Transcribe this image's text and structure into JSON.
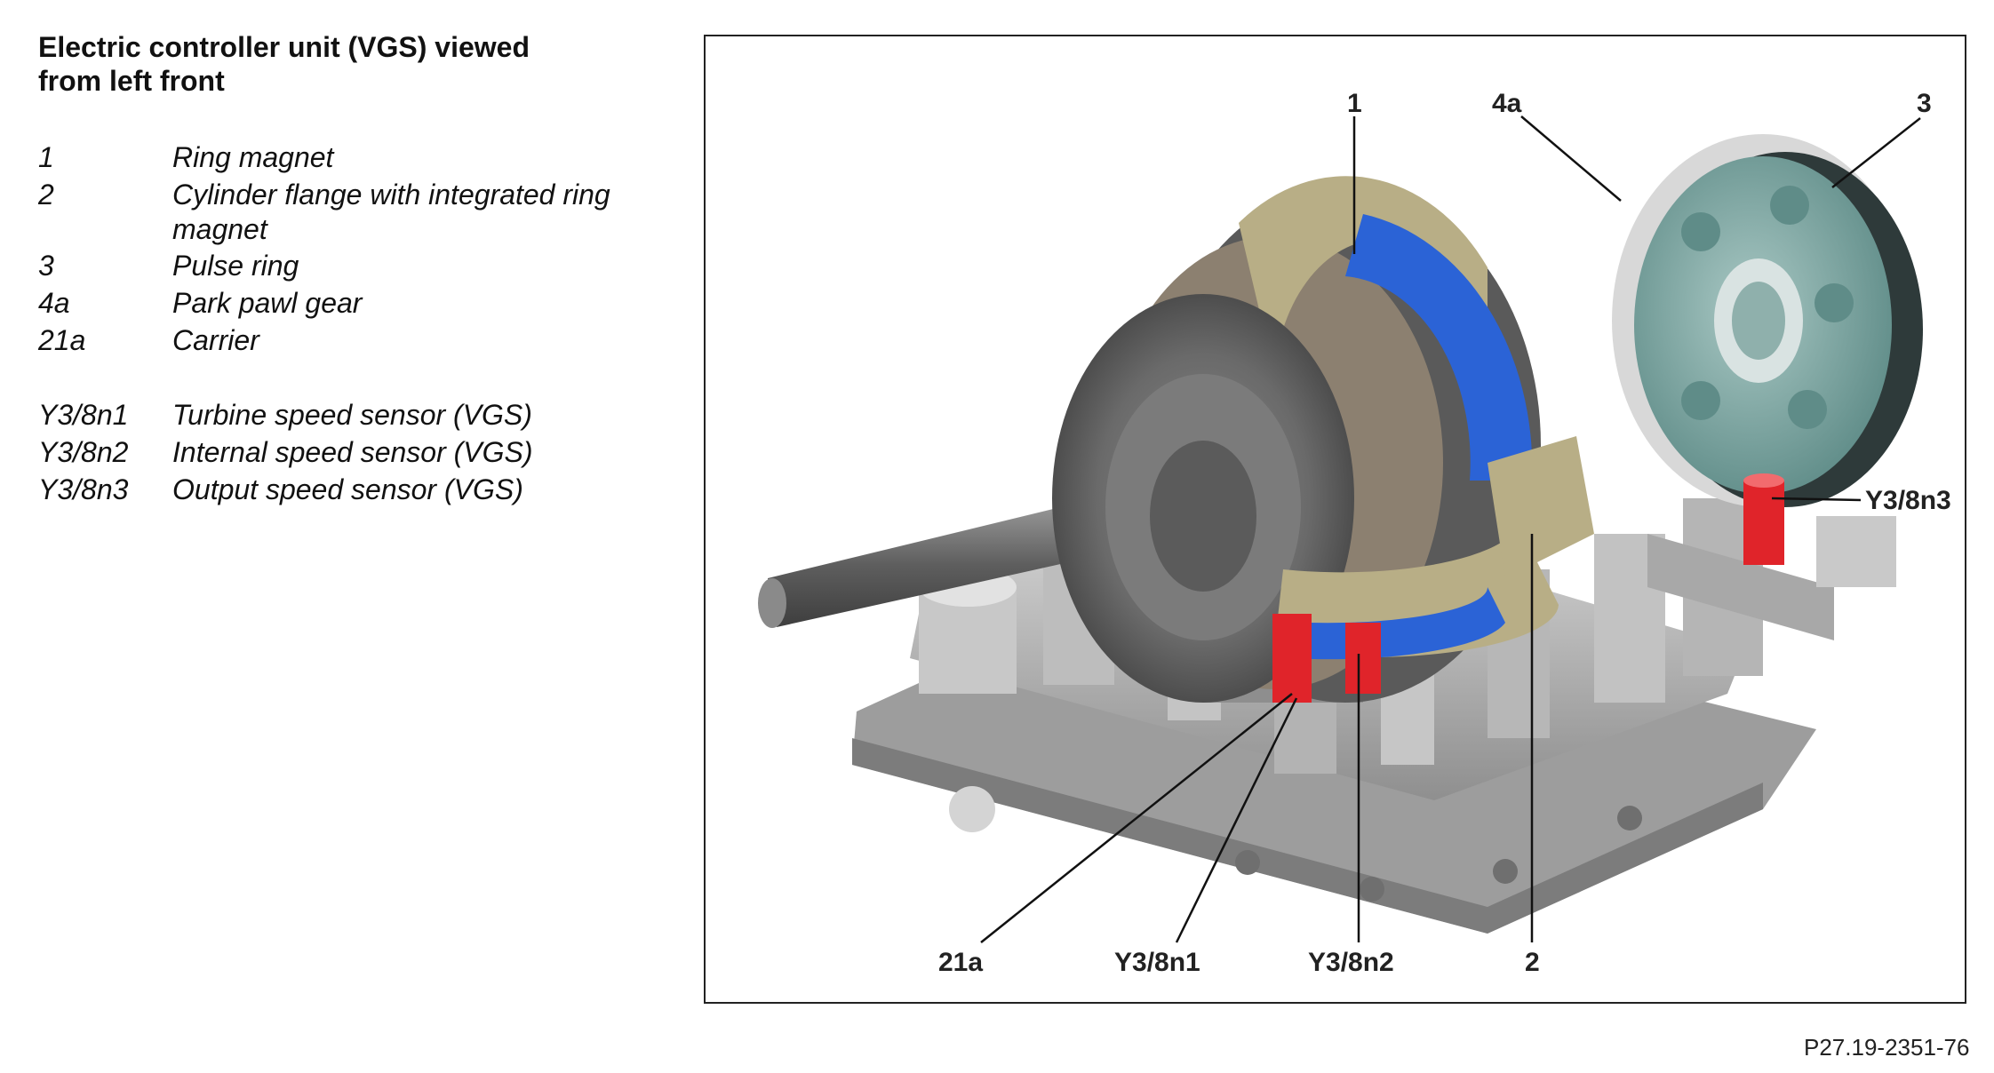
{
  "title_line1": "Electric controller unit (VGS) viewed",
  "title_line2": "from left front",
  "legend_top": [
    {
      "key": "1",
      "desc": "Ring magnet"
    },
    {
      "key": "2",
      "desc": "Cylinder flange with integrated ring magnet"
    },
    {
      "key": "3",
      "desc": "Pulse ring"
    },
    {
      "key": "4a",
      "desc": "Park pawl gear"
    },
    {
      "key": "21a",
      "desc": "Carrier"
    }
  ],
  "legend_bottom": [
    {
      "key": "Y3/8n1",
      "desc": "Turbine speed sensor (VGS)"
    },
    {
      "key": "Y3/8n2",
      "desc": "Internal speed sensor (VGS)"
    },
    {
      "key": "Y3/8n3",
      "desc": "Output speed sensor (VGS)"
    }
  ],
  "callouts": {
    "c1": "1",
    "c4a": "4a",
    "c3": "3",
    "cy3": "Y3/8n3",
    "c21a": "21a",
    "cy1": "Y3/8n1",
    "cy2": "Y3/8n2",
    "c2": "2"
  },
  "figure_code": "P27.19-2351-76",
  "colors": {
    "housing_grey": "#b9b9b9",
    "ring_magnet_blue": "#2b63d6",
    "flange_tan": "#b8ae86",
    "pulse_ring_teal": "#7fa7a3",
    "sensor_red": "#e0242a"
  }
}
